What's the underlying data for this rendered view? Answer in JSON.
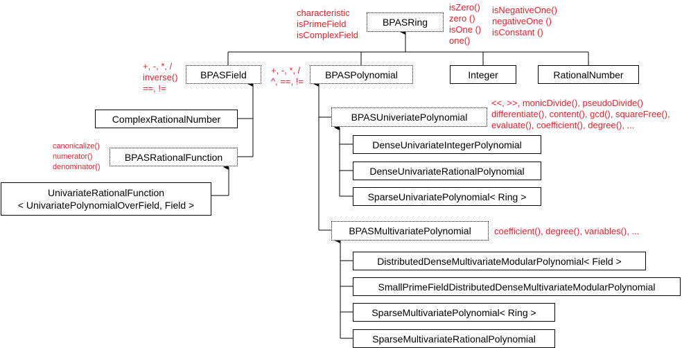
{
  "classes": {
    "bpas_ring": "BPASRing",
    "bpas_field": "BPASField",
    "bpas_polynomial": "BPASPolynomial",
    "integer": "Integer",
    "rational_number": "RationalNumber",
    "complex_rational_number": "ComplexRationalNumber",
    "bpas_rational_function": "BPASRationalFunction",
    "univariate_rational_function": [
      "UnivariateRationalFunction",
      "< UnivariatePolynomialOverField, Field >"
    ],
    "bpas_univariate_polynomial": "BPASUniveriatePolynomial",
    "dense_univariate_integer_polynomial": "DenseUnivariateIntegerPolynomial",
    "dense_univariate_rational_polynomial": "DenseUnivariateRationalPolynomial",
    "sparse_univariate_polynomial": "SparseUnivariatePolynomial< Ring >",
    "bpas_multivariate_polynomial": "BPASMultivariatePolynomial",
    "distributed_dense_multivariate_modular_polynomial": "DistributedDenseMultivariateModularPolynomial< Field >",
    "small_prime_field_ddmm_polynomial": "SmallPrimeFieldDistributedDenseMultivariateModularPolynomial",
    "sparse_multivariate_polynomial": "SparseMultivariatePolynomial< Ring >",
    "sparse_multivariate_rational_polynomial": "SparseMultivariateRationalPolynomial"
  },
  "notes": {
    "ring_left": [
      "characteristic",
      "isPrimeField",
      "isComplexField"
    ],
    "ring_mid": [
      "isZero()",
      "zero ()",
      "isOne ()",
      "one()"
    ],
    "ring_right": [
      "isNegativeOne()",
      "negativeOne ()",
      "isConstant ()"
    ],
    "field_ops": [
      "+, -, *, /",
      "inverse()",
      "==, !="
    ],
    "poly_ops": [
      "+, -, *, /",
      "^, ==, !="
    ],
    "rational_function_ops": [
      "canonicalize()",
      "numerator()",
      "denominator()"
    ],
    "univariate_ops": [
      "<<, >>, monicDivide(), pseudoDivide()",
      "differentiate(), content(), gcd(), squareFree(),",
      "evaluate(), coefficient(), degree(), ..."
    ],
    "multivariate_ops": [
      "coefficient(), degree(), variables(), ..."
    ]
  },
  "colors": {
    "note_text": "#e8212c",
    "line": "#000000",
    "box_border": "#000000"
  }
}
